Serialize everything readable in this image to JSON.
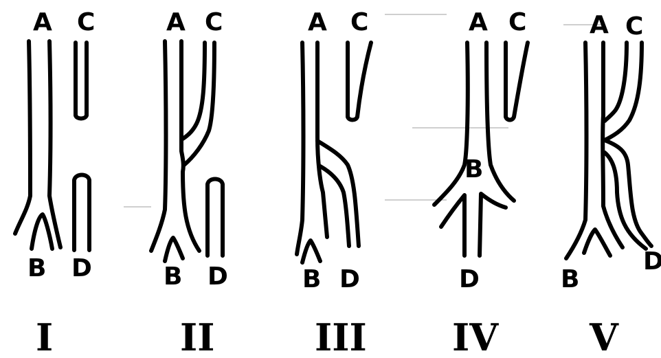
{
  "figure": {
    "panels": [
      {
        "id": "I",
        "roman": "I",
        "labels": {
          "a": "A",
          "b": "B",
          "c": "C",
          "d": "D"
        }
      },
      {
        "id": "II",
        "roman": "II",
        "labels": {
          "a": "A",
          "b": "B",
          "c": "C",
          "d": "D"
        }
      },
      {
        "id": "III",
        "roman": "III",
        "labels": {
          "a": "A",
          "b": "B",
          "c": "C",
          "d": "D"
        }
      },
      {
        "id": "IV",
        "roman": "IV",
        "labels": {
          "a": "A",
          "b": "B",
          "c": "C",
          "d": "D"
        }
      },
      {
        "id": "V",
        "roman": "V",
        "labels": {
          "a": "A",
          "b": "B",
          "c": "C",
          "d": "D"
        }
      }
    ]
  },
  "colors": {
    "ink": "#000000",
    "paper": "#ffffff"
  }
}
